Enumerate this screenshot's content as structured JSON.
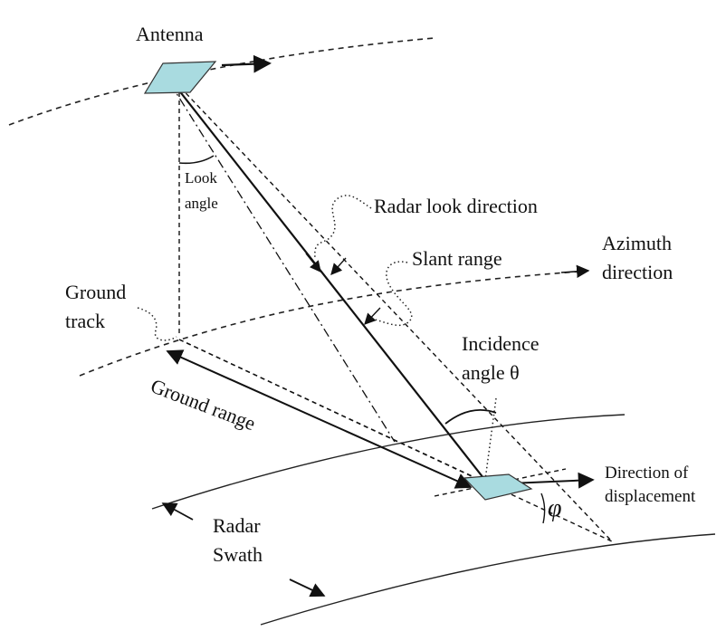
{
  "labels": {
    "antenna": "Antenna",
    "look_angle_1": "Look",
    "look_angle_2": "angle",
    "radar_look_direction": "Radar look direction",
    "slant_range": "Slant range",
    "azimuth_1": "Azimuth",
    "azimuth_2": "direction",
    "ground_track_1": "Ground",
    "ground_track_2": "track",
    "incidence_1": "Incidence",
    "incidence_2": "angle θ",
    "ground_range": "Ground range",
    "direction_of_displacement_1": "Direction of",
    "direction_of_displacement_2": "displacement",
    "phi": "φ",
    "radar_swath_1": "Radar",
    "radar_swath_2": "Swath"
  },
  "colors": {
    "antenna_fill": "#a9dbe0",
    "line": "#111111"
  }
}
